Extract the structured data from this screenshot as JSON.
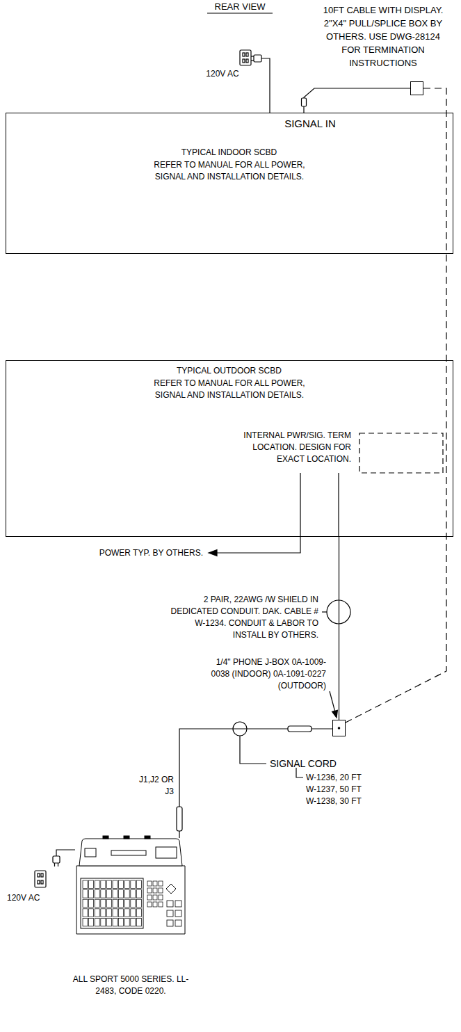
{
  "diagram": {
    "nodes": [
      {
        "text": [
          "SIGNAL IN",
          "TYPICAL INDOOR SCBD",
          "REFER TO MANUAL FOR ALL POWER, SIGNAL AND INSTALLATION DETAILS."
        ]
      },
      {
        "text": [
          "TYPICAL OUTDOOR SCBD",
          "REFER TO MANUAL FOR ALL POWER, SIGNAL AND INSTALLATION DETAILS."
        ]
      },
      {
        "text": [
          "10FT CABLE WITH DISPLAY. 2\"X4\" PULL/SPLICE BOX BY OTHERS.  USE DWG-28124 FOR TERMINATION INSTRUCTIONS"
        ]
      },
      {
        "text": [
          "1/4\" PHONE J-BOX 0A-1009-0038 (INDOOR) 0A-1091-0227 (OUTDOOR)"
        ]
      },
      {
        "text": [
          "ALL SPORT 5000 SERIES. LL-2483, CODE 0220."
        ]
      }
    ],
    "edges": [
      {
        "from": 0,
        "to": 2,
        "arrow": "none"
      },
      {
        "from": 2,
        "to": 3,
        "arrow": "none"
      },
      {
        "from": 1,
        "to": 3,
        "arrow": "none"
      },
      {
        "from": 4,
        "to": 3,
        "arrow": "none"
      }
    ],
    "labels": [
      "REAR VIEW",
      "120V AC",
      "INTERNAL PWR/SIG. TERM LOCATION.  DESIGN FOR EXACT LOCATION.",
      "POWER TYP. BY OTHERS.",
      "2 PAIR, 22AWG /W SHIELD IN DEDICATED CONDUIT.  DAK. CABLE # W-1234.  CONDUIT & LABOR TO INSTALL BY OTHERS.",
      "J1,J2 OR J3",
      "SIGNAL CORD",
      "W-1236, 20 FT",
      "W-1237, 50 FT",
      "W-1238, 30 FT",
      "120V AC"
    ]
  }
}
